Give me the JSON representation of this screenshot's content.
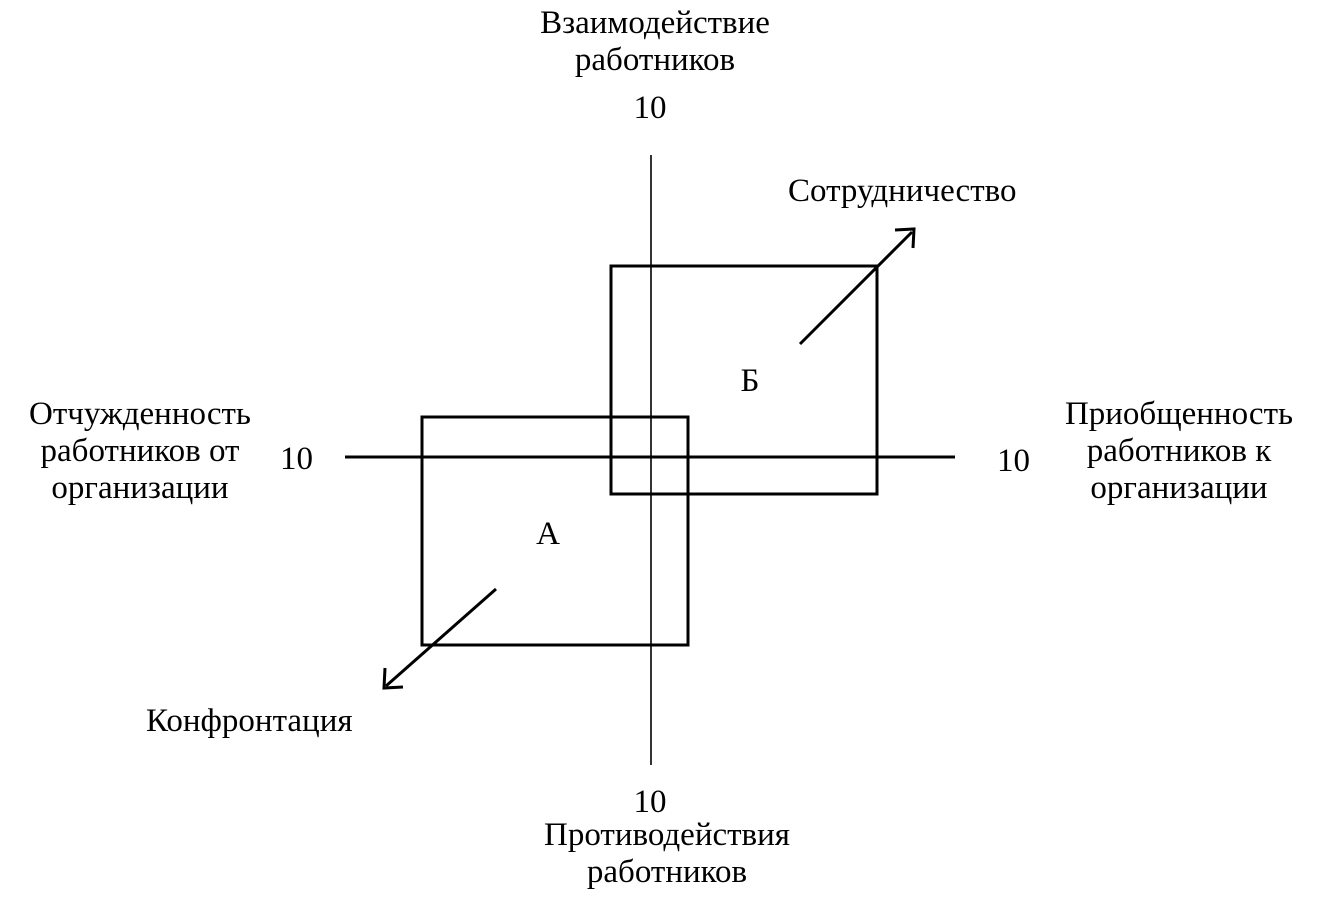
{
  "top_axis": {
    "label_lines": [
      "Взаимодействие",
      "работников"
    ],
    "value": "10"
  },
  "bottom_axis": {
    "label_lines": [
      "Противодействия",
      "работников"
    ],
    "value": "10"
  },
  "left_axis": {
    "label_lines": [
      "Отчужденность",
      "работников от",
      "организации"
    ],
    "value": "10"
  },
  "right_axis": {
    "label_lines": [
      "Приобщенность",
      "работников к",
      "организации"
    ],
    "value": "10"
  },
  "zones": {
    "a_label": "А",
    "b_label": "Б"
  },
  "arrows": {
    "cooperation_label": "Сотрудничество",
    "confrontation_label": "Конфронтация"
  }
}
